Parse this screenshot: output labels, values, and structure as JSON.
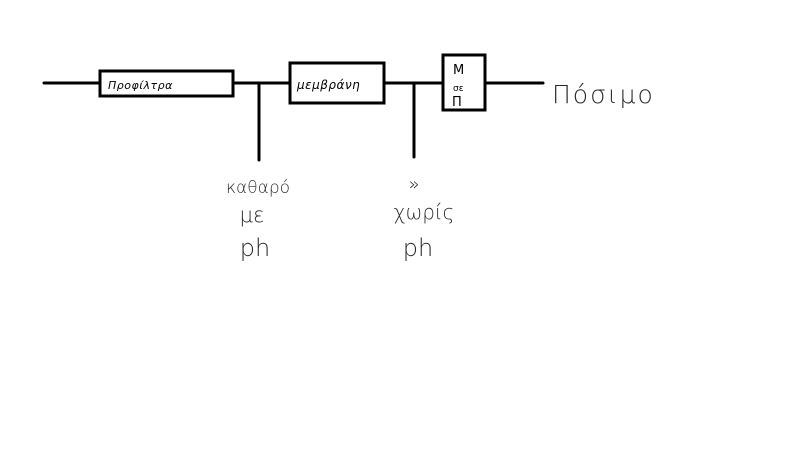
{
  "diagram": {
    "blocks": {
      "prefilter": "Προφίλτρα",
      "membrane": "μεμβράνη",
      "pump": {
        "top": "Μ",
        "middle": "σε",
        "bottom": "Π"
      }
    },
    "output_label": "Πόσιμο",
    "branch1": {
      "line1": "καθαρό",
      "line2": "με",
      "line3": "ph"
    },
    "branch2": {
      "line1": "»",
      "line2": "χωρίς",
      "line3": "ph"
    },
    "colors": {
      "stroke": "#000000",
      "background": "#ffffff"
    }
  }
}
